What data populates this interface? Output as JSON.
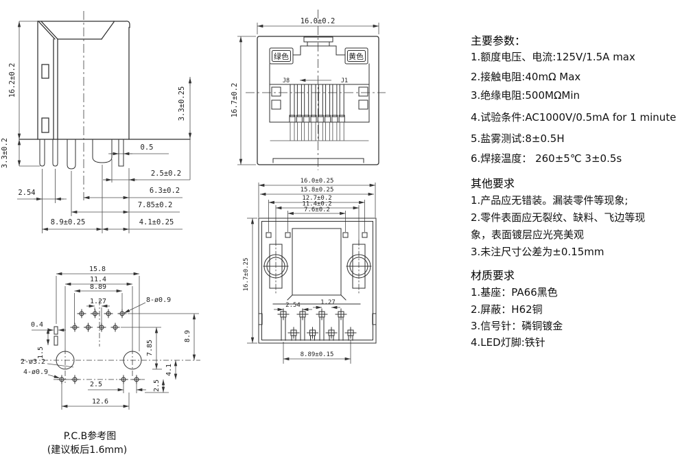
{
  "drawing": {
    "side_view": {
      "dim_height": "16.2±0.2",
      "dim_shield_tail": "3.3±0.2",
      "dim_standoff": "3.3±0.25",
      "dim_gap": "0.5",
      "dim_pin_c": "2.5±0.2",
      "dim_pitch": "2.54",
      "dim_a": "6.3±0.2",
      "dim_b": "7.85±0.2",
      "dim_c": "8.9±0.25",
      "dim_d": "4.1±0.25"
    },
    "front_view": {
      "dim_width": "16.0±0.2",
      "dim_height": "16.7±0.2",
      "led_left": "绿色",
      "led_right": "黄色",
      "pin_first": "J8",
      "pin_last": "J1"
    },
    "bottom_view": {
      "dim_w1": "16.0±0.25",
      "dim_w2": "15.8±0.25",
      "dim_w3": "12.7±0.2",
      "dim_w4": "11.4±0.2",
      "dim_w5": "7.6±0.2",
      "dim_height": "16.7±0.25",
      "dim_pitch": "2.54",
      "dim_offset": "1.27",
      "dim_span": "8.89±0.15"
    },
    "pcb_view": {
      "dim_w1": "15.8",
      "dim_w2": "11.4",
      "dim_w3": "8.89",
      "dim_offset": "1.27",
      "label_pin_holes": "8-ø0.9",
      "dim_slot_w": "0.4",
      "dim_slot_pitch": "1.5",
      "label_post_holes": "2-ø3.2",
      "label_led_holes": "4-ø0.9",
      "dim_led_pair": "2.5",
      "dim_led_span": "12.6",
      "dim_v1": "8.9",
      "dim_v2": "7.85",
      "dim_v3": "4.1",
      "dim_v4": "2.5",
      "caption_line1": "P.C.B参考图",
      "caption_line2": "(建议板后1.6mm)"
    }
  },
  "specs": {
    "main_heading": "主要参数：",
    "main_items": [
      "1.额度电压、电流:125V/1.5A max",
      "2.接触电阻:40mΩ Max",
      "3.绝缘电阻:500MΩMin",
      "4.试验条件:AC1000V/0.5mA for 1 minute",
      "5.盐雾测试:8±0.5H",
      "6.焊接温度： 260±5℃ 3±0.5s"
    ],
    "other_heading": "其他要求",
    "other_lines": [
      "1.产品应无错装。漏装零件等现象;",
      "2.零件表面应无裂纹、缺料、飞边等现",
      "象，表面镀层应光亮美观",
      "3.未注尺寸公差为±0.15mm"
    ],
    "material_heading": "材质要求",
    "material_items": [
      "1.基座：PA66黑色",
      "2.屏蔽：H62铜",
      "3.信号针：磷铜镀金",
      "4.LED灯脚:铁针"
    ]
  }
}
